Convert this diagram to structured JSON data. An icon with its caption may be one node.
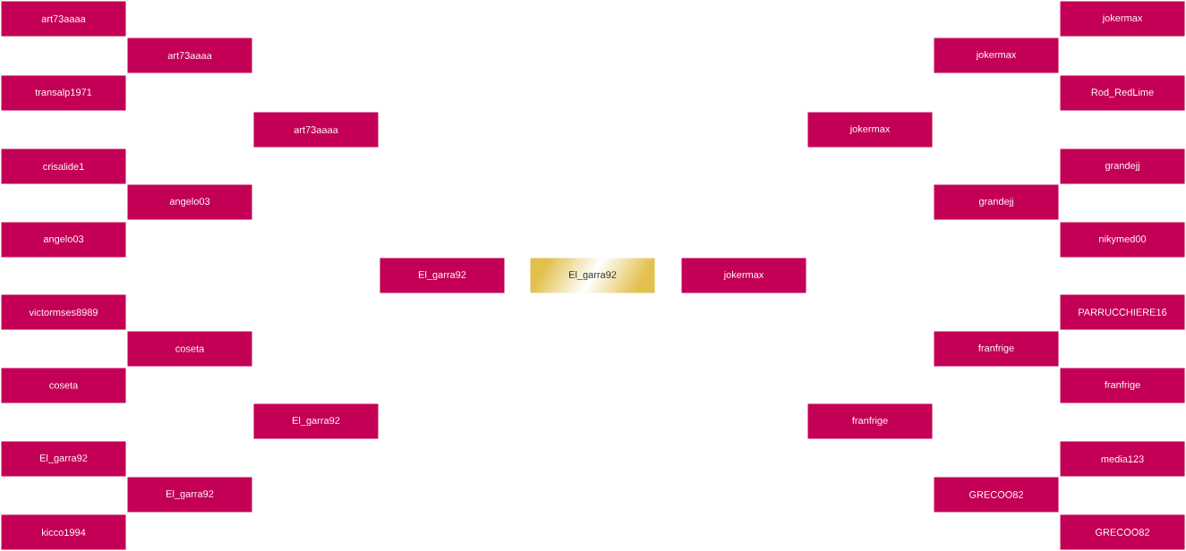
{
  "diagram": {
    "nodes": [
      {
        "text": [
          "art73aaaa"
        ]
      },
      {
        "text": [
          "transalp1971"
        ]
      },
      {
        "text": [
          "crisalide1"
        ]
      },
      {
        "text": [
          "angelo03"
        ]
      },
      {
        "text": [
          "victormses8989"
        ]
      },
      {
        "text": [
          "coseta"
        ]
      },
      {
        "text": [
          "El_garra92"
        ]
      },
      {
        "text": [
          "kicco1994"
        ]
      },
      {
        "text": [
          "art73aaaa"
        ]
      },
      {
        "text": [
          "angelo03"
        ]
      },
      {
        "text": [
          "coseta"
        ]
      },
      {
        "text": [
          "El_garra92"
        ]
      },
      {
        "text": [
          "art73aaaa"
        ]
      },
      {
        "text": [
          "El_garra92"
        ]
      },
      {
        "text": [
          "El_garra92"
        ]
      },
      {
        "text": [
          "El_garra92"
        ]
      },
      {
        "text": [
          "jokermax"
        ]
      },
      {
        "text": [
          "jokermax"
        ]
      },
      {
        "text": [
          "franfrige"
        ]
      },
      {
        "text": [
          "jokermax"
        ]
      },
      {
        "text": [
          "grandejj"
        ]
      },
      {
        "text": [
          "franfrige"
        ]
      },
      {
        "text": [
          "GRECOO82"
        ]
      },
      {
        "text": [
          "jokermax"
        ]
      },
      {
        "text": [
          "Rod_RedLime"
        ]
      },
      {
        "text": [
          "grandejj"
        ]
      },
      {
        "text": [
          "nikymed00"
        ]
      },
      {
        "text": [
          "PARRUCCHIERE16"
        ]
      },
      {
        "text": [
          "franfrige"
        ]
      },
      {
        "text": [
          "media123"
        ]
      },
      {
        "text": [
          "GRECOO82"
        ]
      }
    ]
  }
}
